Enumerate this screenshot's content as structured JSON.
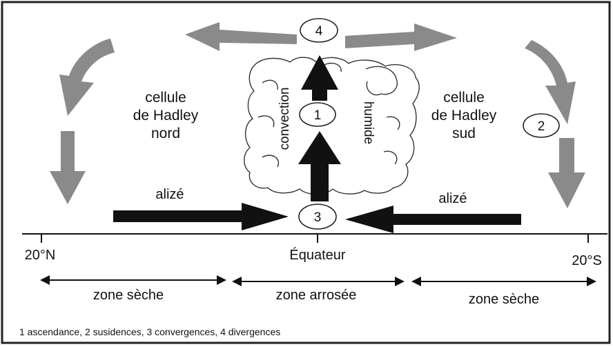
{
  "diagram": {
    "title": "",
    "markers": {
      "m1": "1",
      "m2": "2",
      "m3": "3",
      "m4": "4"
    },
    "cells": {
      "north": [
        "cellule",
        "de Hadley",
        "nord"
      ],
      "south": [
        "cellule",
        "de Hadley",
        "sud"
      ]
    },
    "cloud_labels": {
      "left": "convection",
      "right": "humide"
    },
    "winds": {
      "left": "alizé",
      "right": "alizé"
    },
    "axis": {
      "left": "20°N",
      "center": "Équateur",
      "right": "20°S"
    },
    "zones": {
      "left": "zone sèche",
      "middle": "zone arrosée",
      "right": "zone sèche"
    },
    "legend": "1 ascendance, 2 susidences, 3 convergences, 4 divergences",
    "colors": {
      "grey_arrow": "#8a8a8a",
      "black": "#111111",
      "frame": "#222222"
    }
  }
}
